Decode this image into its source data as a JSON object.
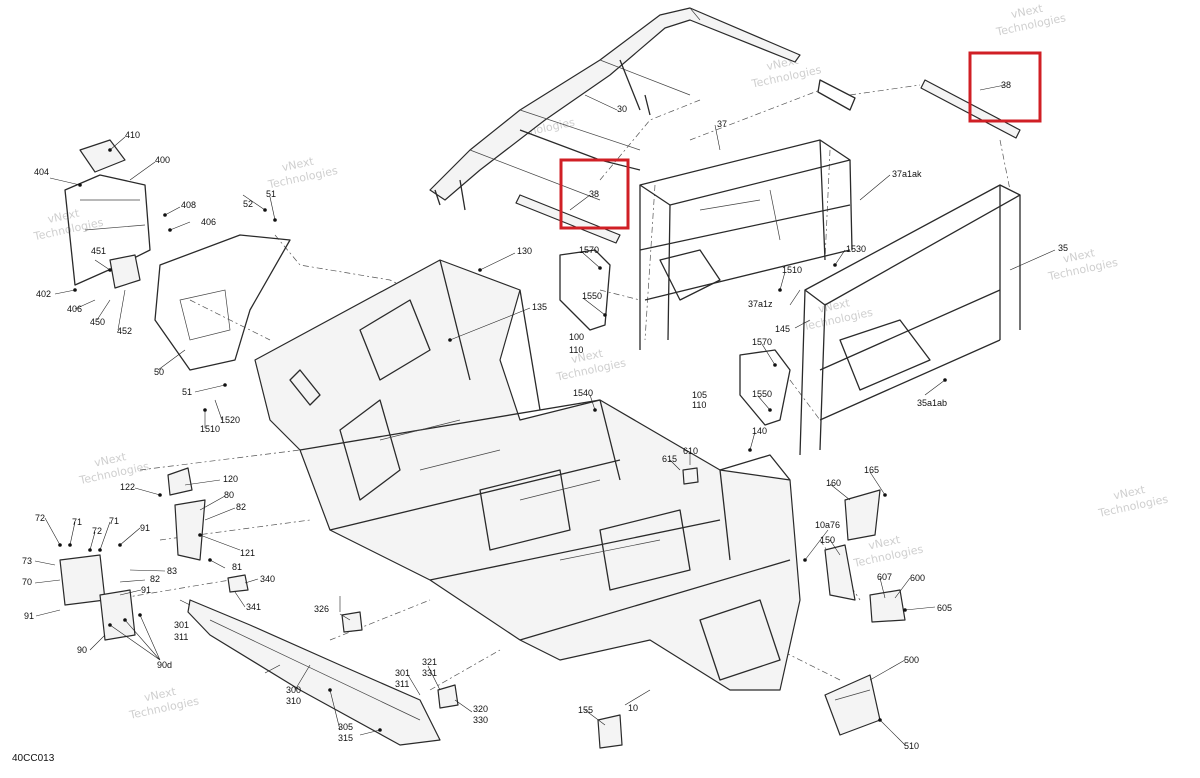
{
  "diagram": {
    "code": "40CC013",
    "watermark_lines": [
      "vNext",
      "Technologies"
    ],
    "highlight_color": "#d01f25",
    "callouts": [
      "410",
      "400",
      "404",
      "408",
      "406",
      "451",
      "402",
      "406",
      "450",
      "452",
      "50",
      "51",
      "52",
      "51",
      "1520",
      "1510",
      "30",
      "37",
      "38",
      "38",
      "37a1ak",
      "130",
      "135",
      "1570",
      "1550",
      "100",
      "110",
      "1530",
      "1510",
      "37a1z",
      "35",
      "145",
      "1570",
      "105",
      "110",
      "1550",
      "35a1ab",
      "1540",
      "140",
      "610",
      "615",
      "165",
      "160",
      "120",
      "122",
      "80",
      "82",
      "121",
      "91",
      "72",
      "71",
      "72",
      "71",
      "73",
      "70",
      "91",
      "91",
      "83",
      "81",
      "82",
      "90",
      "90d",
      "340",
      "341",
      "301",
      "311",
      "326",
      "321",
      "331",
      "301",
      "311",
      "300",
      "310",
      "320",
      "330",
      "305",
      "315",
      "155",
      "10",
      "10a76",
      "150",
      "607",
      "600",
      "605",
      "500",
      "510"
    ]
  }
}
